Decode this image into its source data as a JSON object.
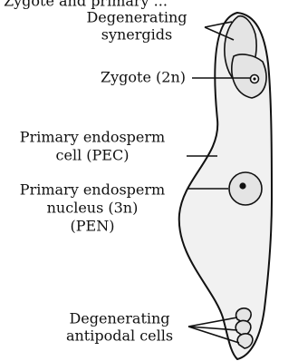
{
  "diagram": {
    "top_fragment": "Zygote and primary ...",
    "labels": {
      "synergids_line1": "Degenerating",
      "synergids_line2": "synergids",
      "zygote": "Zygote (2n)",
      "pec_line1": "Primary endosperm",
      "pec_line2": "cell (PEC)",
      "pen_line1": "Primary endosperm",
      "pen_line2": "nucleus (3n)",
      "pen_line3": "(PEN)",
      "antipodal_line1": "Degenerating",
      "antipodal_line2": "antipodal cells"
    },
    "colors": {
      "outline": "#111111",
      "sac_fill": "#f1f1f1",
      "cell_fill": "#e4e4e4",
      "text": "#111111"
    }
  }
}
